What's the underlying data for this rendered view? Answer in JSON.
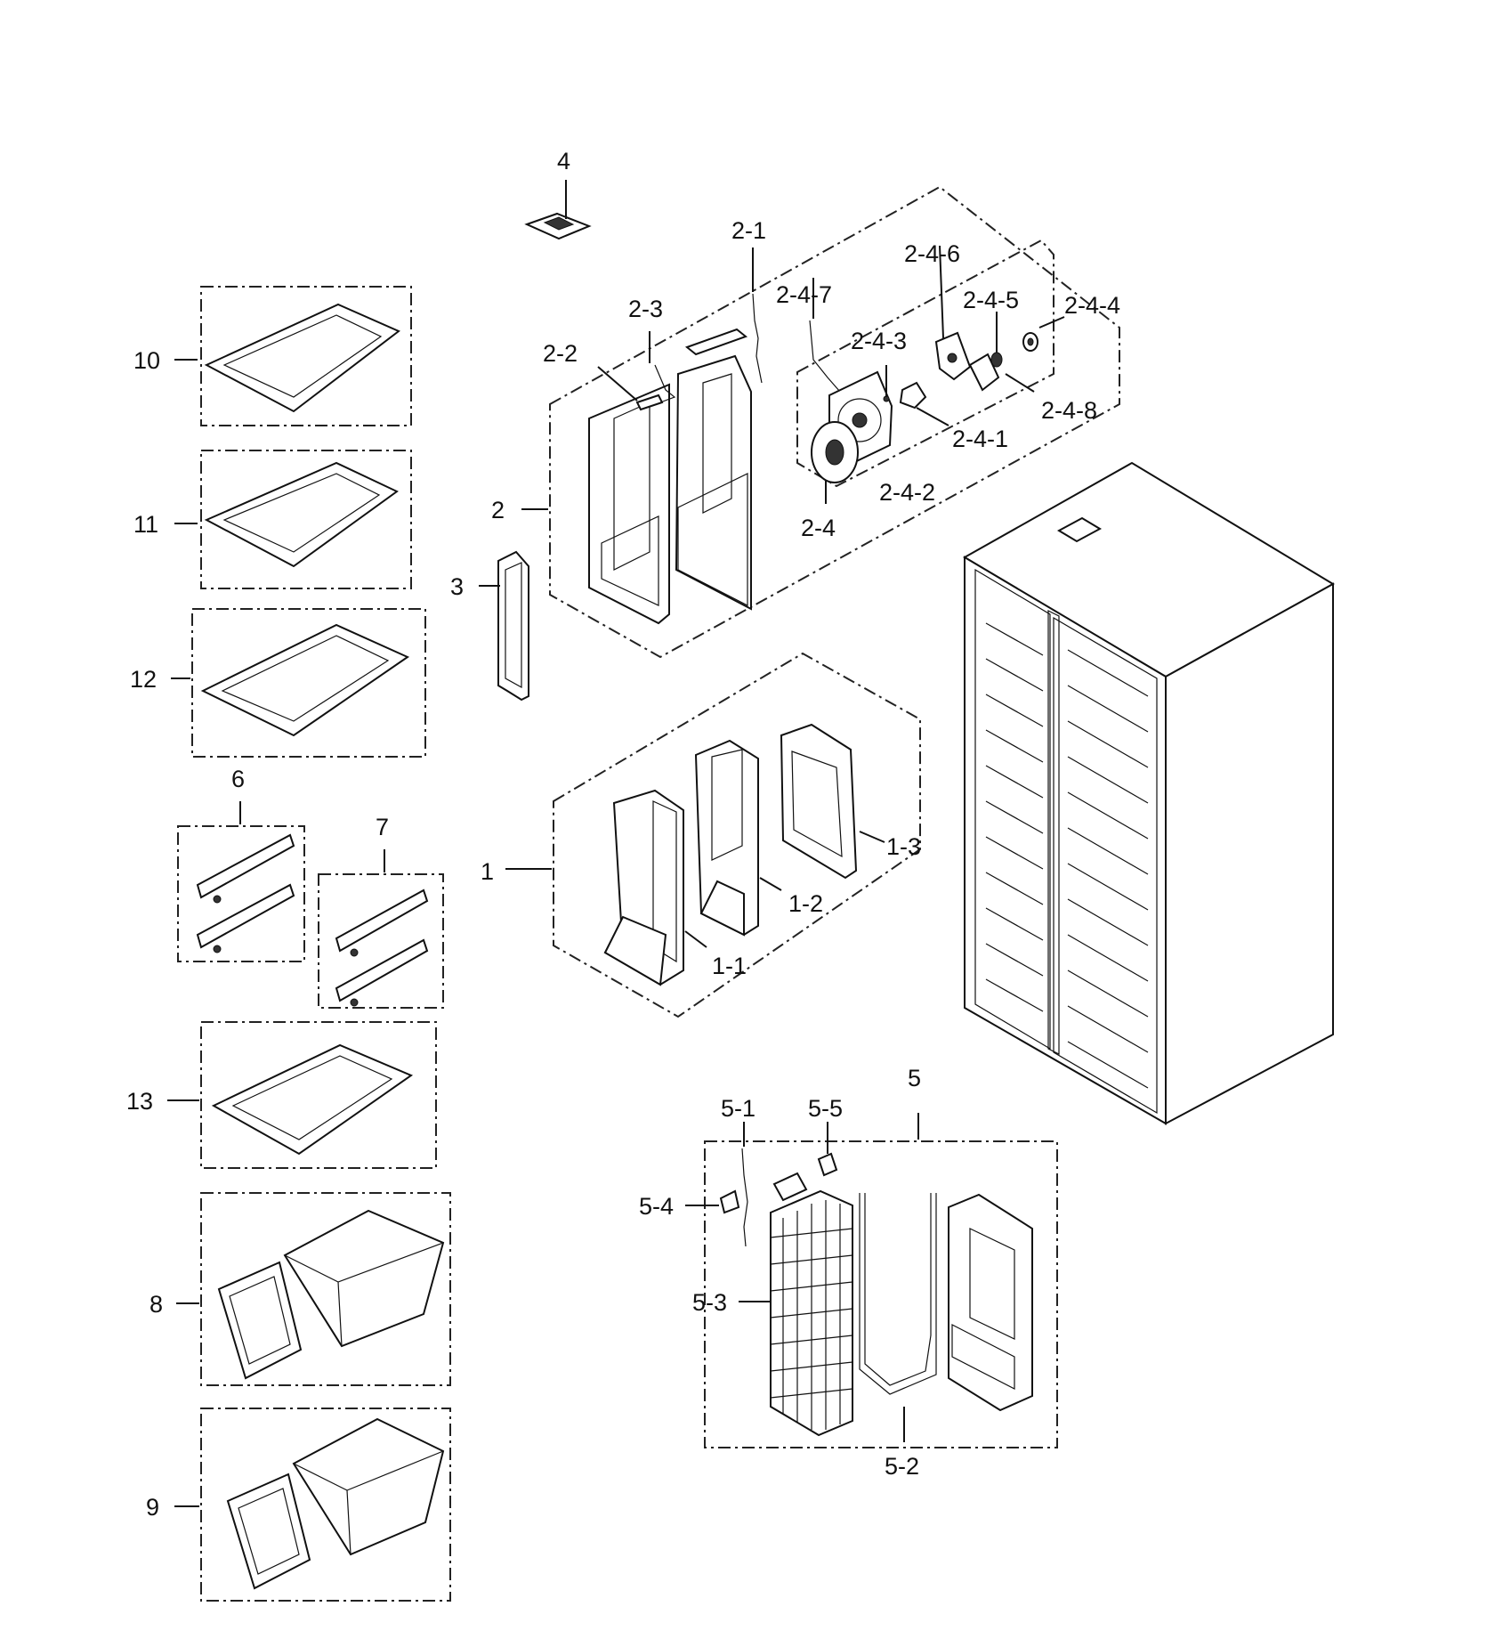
{
  "callouts": {
    "c1": "1",
    "c1_1": "1-1",
    "c1_2": "1-2",
    "c1_3": "1-3",
    "c2": "2",
    "c2_1": "2-1",
    "c2_2": "2-2",
    "c2_3": "2-3",
    "c2_4": "2-4",
    "c2_4_1": "2-4-1",
    "c2_4_2": "2-4-2",
    "c2_4_3": "2-4-3",
    "c2_4_4": "2-4-4",
    "c2_4_5": "2-4-5",
    "c2_4_6": "2-4-6",
    "c2_4_7": "2-4-7",
    "c2_4_8": "2-4-8",
    "c3": "3",
    "c4": "4",
    "c5": "5",
    "c5_1": "5-1",
    "c5_2": "5-2",
    "c5_3": "5-3",
    "c5_4": "5-4",
    "c5_5": "5-5",
    "c6": "6",
    "c7": "7",
    "c8": "8",
    "c9": "9",
    "c10": "10",
    "c11": "11",
    "c12": "12",
    "c13": "13"
  }
}
